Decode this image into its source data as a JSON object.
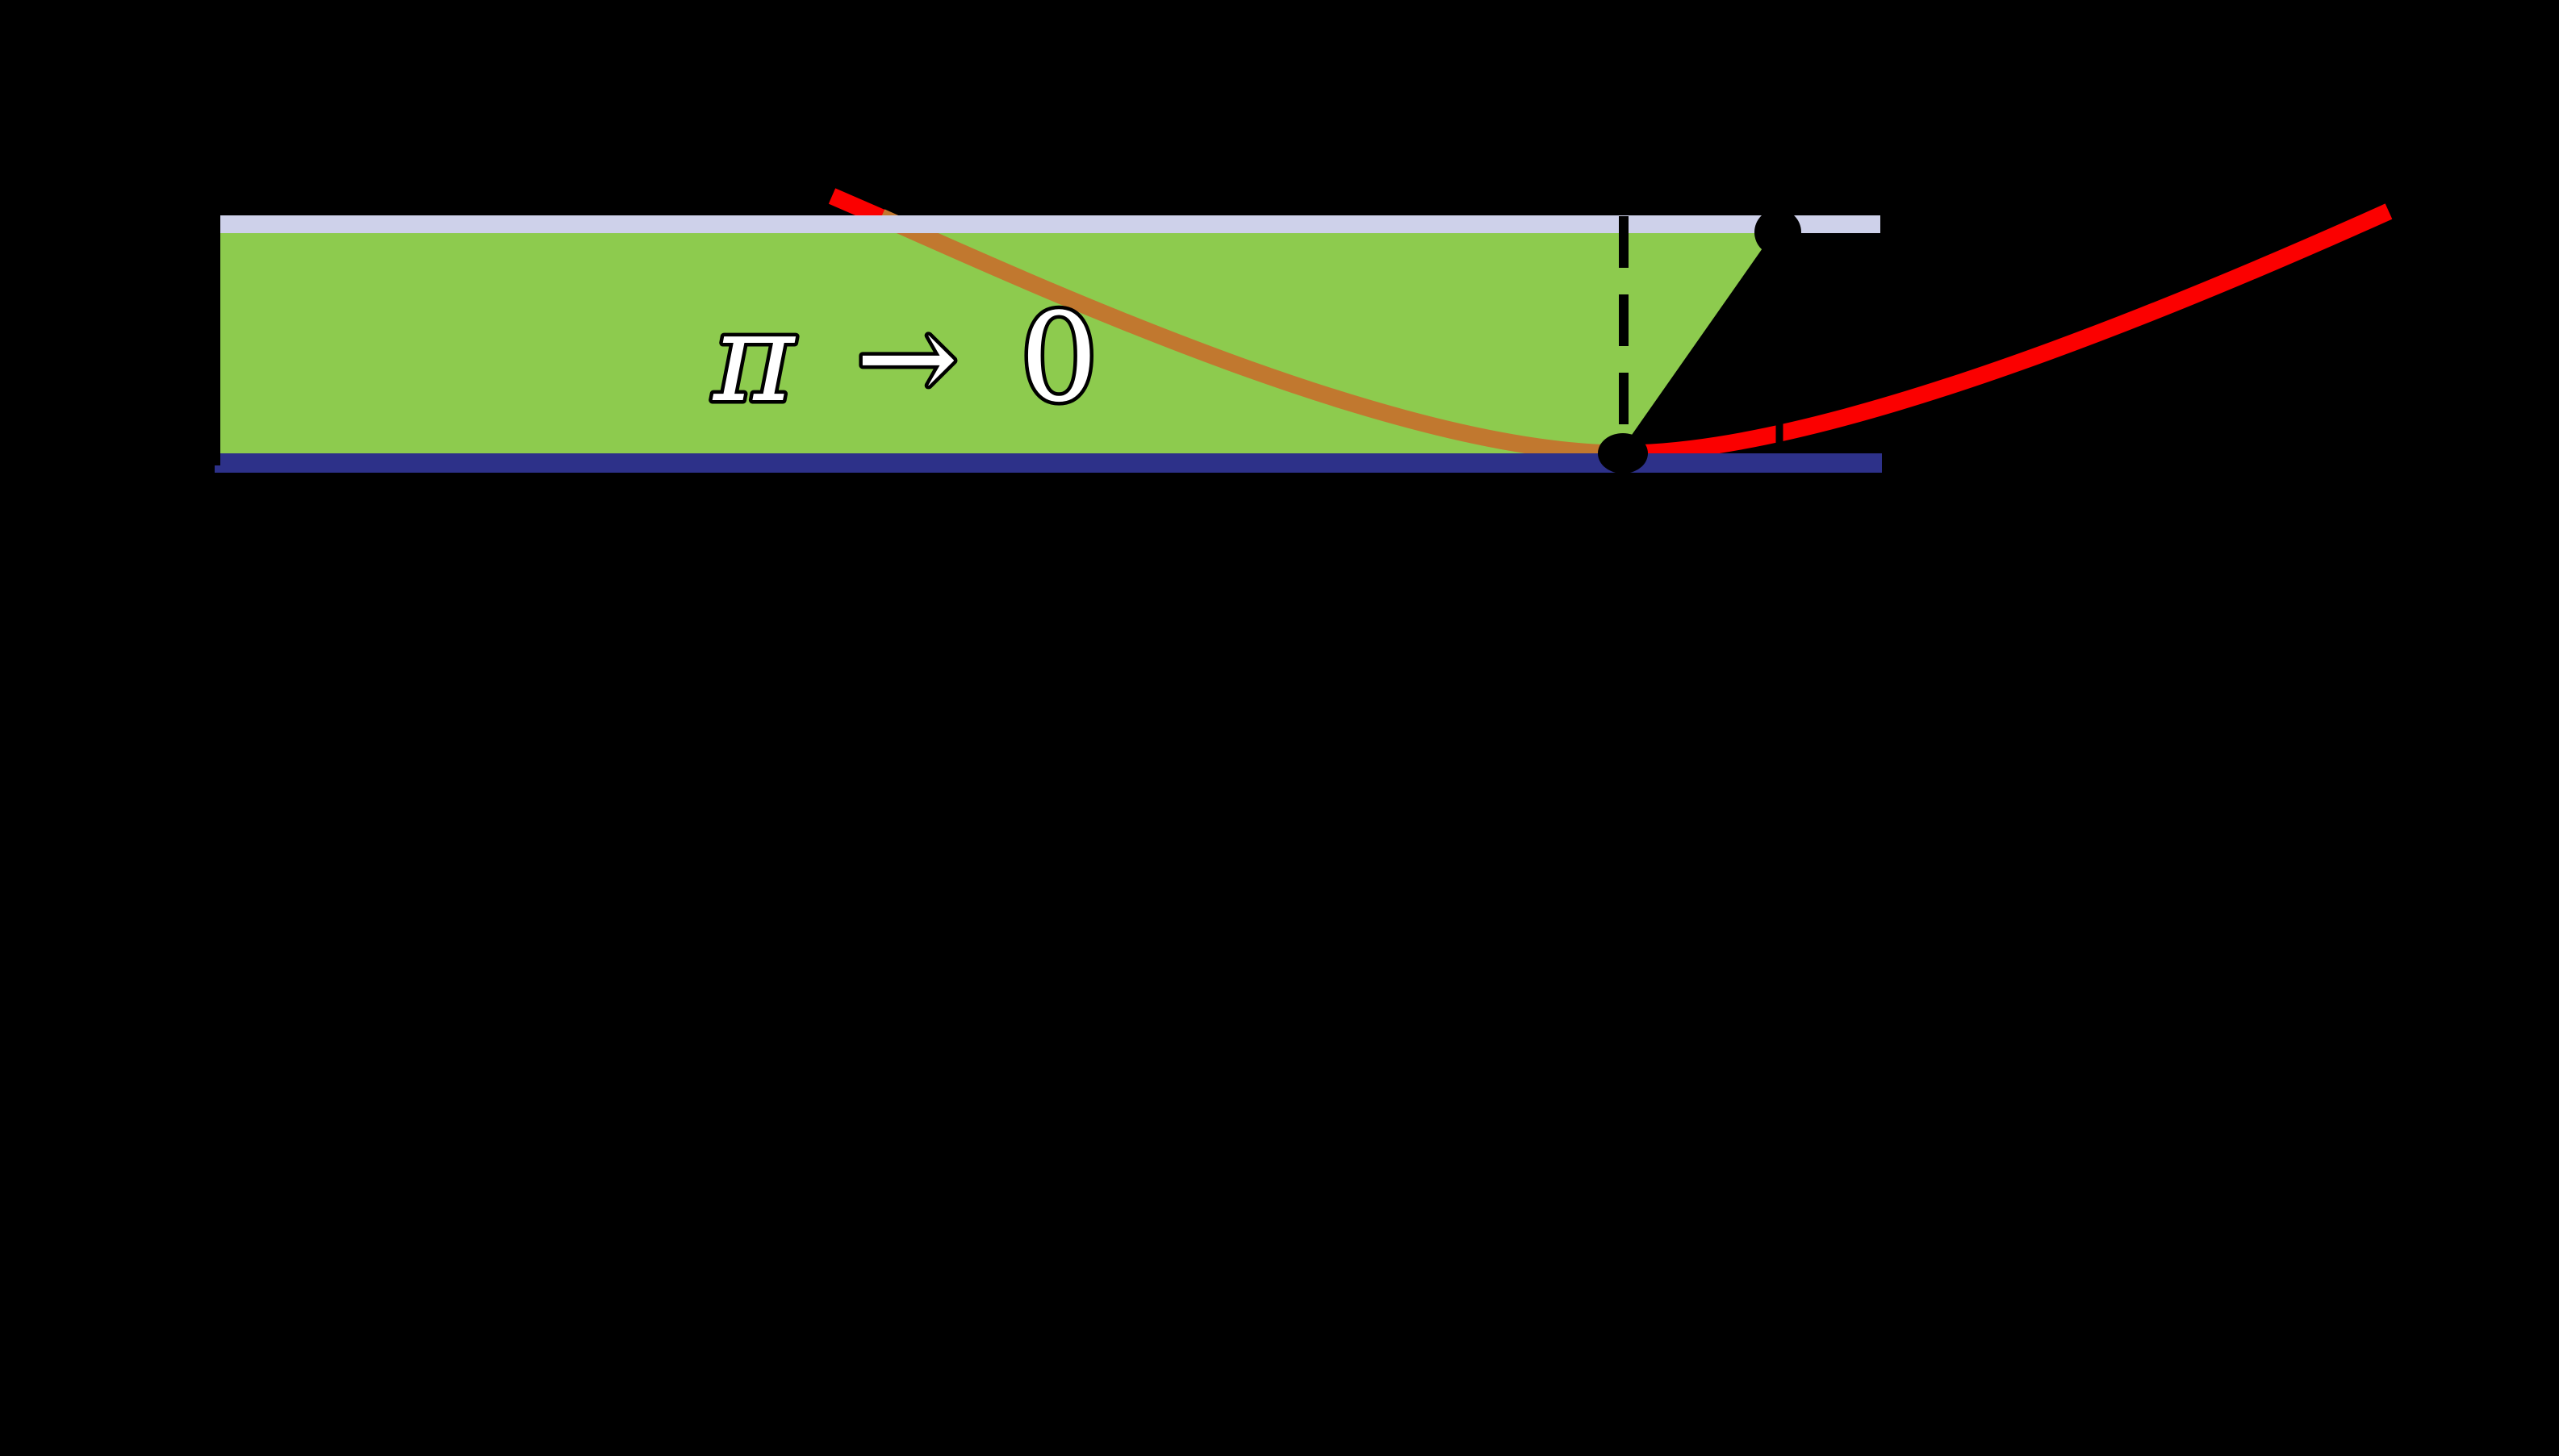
{
  "figure": {
    "description": "physics-potential-diagram",
    "label": {
      "pi": "π",
      "arrow": " → ",
      "zero": "0",
      "full_text": "π → 0"
    },
    "colors": {
      "background": "#000000",
      "band_fill": "#8DCB4E",
      "band_top_edge": "#CED1EA",
      "band_bottom_edge": "#2D3189",
      "curve_outside_band": "#FB0000",
      "curve_inside_band": "#C1782F",
      "ink": "#000000",
      "label_fill": "#FFFFFF",
      "label_outline": "#000000"
    }
  }
}
